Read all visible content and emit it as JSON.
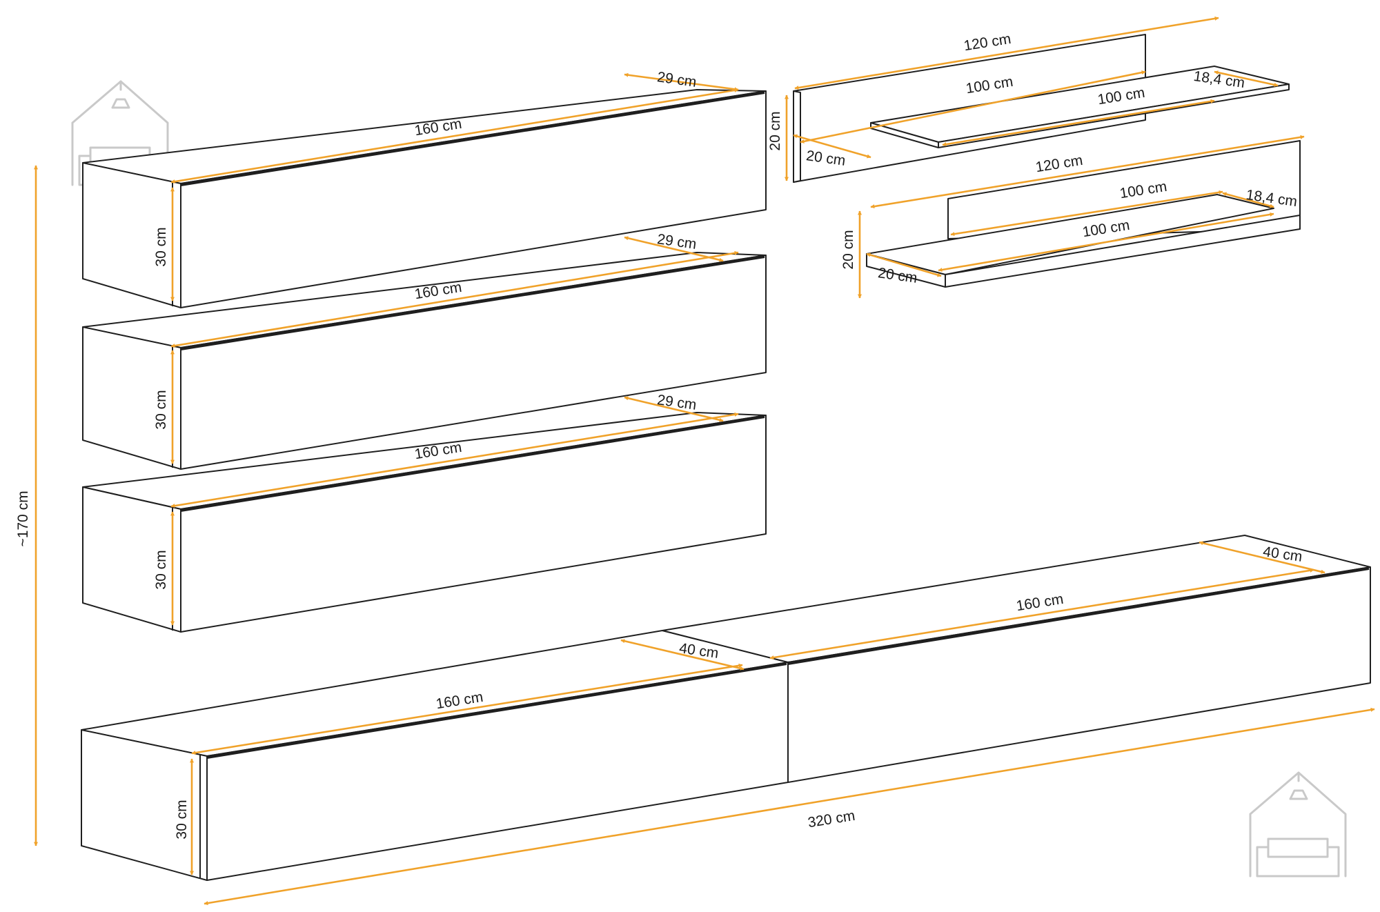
{
  "colors": {
    "dimension": "#f0a22a",
    "outline": "#1f1f1f",
    "logo": "#c9c9c9"
  },
  "icons": [
    "house-sofa-logo-icon"
  ],
  "cabinets": [
    {
      "id": "upper-cabinet-1",
      "width_label": "160 cm",
      "depth_label": "29 cm",
      "height_label": "30 cm"
    },
    {
      "id": "upper-cabinet-2",
      "width_label": "160 cm",
      "depth_label": "29 cm",
      "height_label": "30 cm"
    },
    {
      "id": "upper-cabinet-3",
      "width_label": "160 cm",
      "depth_label": "29 cm",
      "height_label": "30 cm"
    },
    {
      "id": "lower-cabinet-left",
      "width_label": "160 cm",
      "depth_label": "40 cm",
      "height_label": "30 cm"
    },
    {
      "id": "lower-cabinet-right",
      "width_label": "160 cm",
      "depth_label": "40 cm"
    }
  ],
  "shelves": [
    {
      "id": "shelf-1",
      "back_width_label": "120 cm",
      "shelf_back_label": "100 cm",
      "shelf_front_label": "100 cm",
      "shelf_depth_label": "18,4 cm",
      "height_label": "20 cm",
      "depth_label": "20 cm"
    },
    {
      "id": "shelf-2",
      "back_width_label": "120 cm",
      "shelf_back_label": "100 cm",
      "shelf_front_label": "100 cm",
      "shelf_depth_label": "18,4 cm",
      "height_label": "20 cm",
      "depth_label": "20 cm"
    }
  ],
  "overall": {
    "height_label": "~170 cm",
    "width_label": "320 cm"
  }
}
